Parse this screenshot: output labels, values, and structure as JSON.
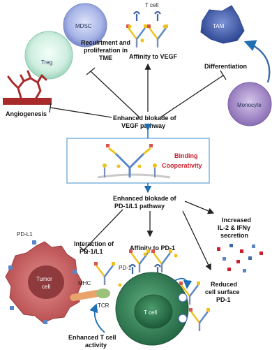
{
  "labels": {
    "mdsc": "MDSC",
    "treg": "Treg",
    "recruitment": [
      "Recuirtment and",
      "proliferation in",
      "TME"
    ],
    "tcell_top": "T cell",
    "affinity_vegf": "Affinity to VEGF",
    "tam": "TAM",
    "differentiation": "Differentiation",
    "monocyte": "Monocyte",
    "angiogenesis": "Angiogenesis",
    "enhanced_vegf": [
      "Enhanced blokade of",
      "VEGF pathway"
    ],
    "binding_coop": [
      "Binding",
      "Cooperativity"
    ],
    "enhanced_pd1": [
      "Enhanced blokade of",
      "PD-1/L1 pathway"
    ],
    "increased": [
      "Increased",
      "IL-2 & IFNγ",
      "secretion"
    ],
    "pdl1": "PD-L1",
    "interaction": [
      "Interaction of",
      "PD-1/L1"
    ],
    "affinity_pd1": "Affinity to PD-1",
    "tumor": [
      "Tumor",
      "cell"
    ],
    "pd1": "PD-1",
    "mhc": "MHC",
    "tcr": "TCR",
    "tcell_bottom": "T cell",
    "reduced": [
      "Reduced",
      "cell surface",
      "PD-1"
    ],
    "enhanced_tcell": [
      "Enhanced T cell",
      "activity"
    ]
  },
  "colors": {
    "treg": "#cfeee0",
    "mdsc": "#a7b4e6",
    "tam": "#3d5aa8",
    "monocyte": "#a88ec9",
    "tumor": "#c2595b",
    "tcell_body": "#2f7d52",
    "antibody_gold": "#f0c11a",
    "antibody_blue": "#5a86c8",
    "highlight_red": "#c8202d",
    "vessel": "#a82a2a"
  }
}
